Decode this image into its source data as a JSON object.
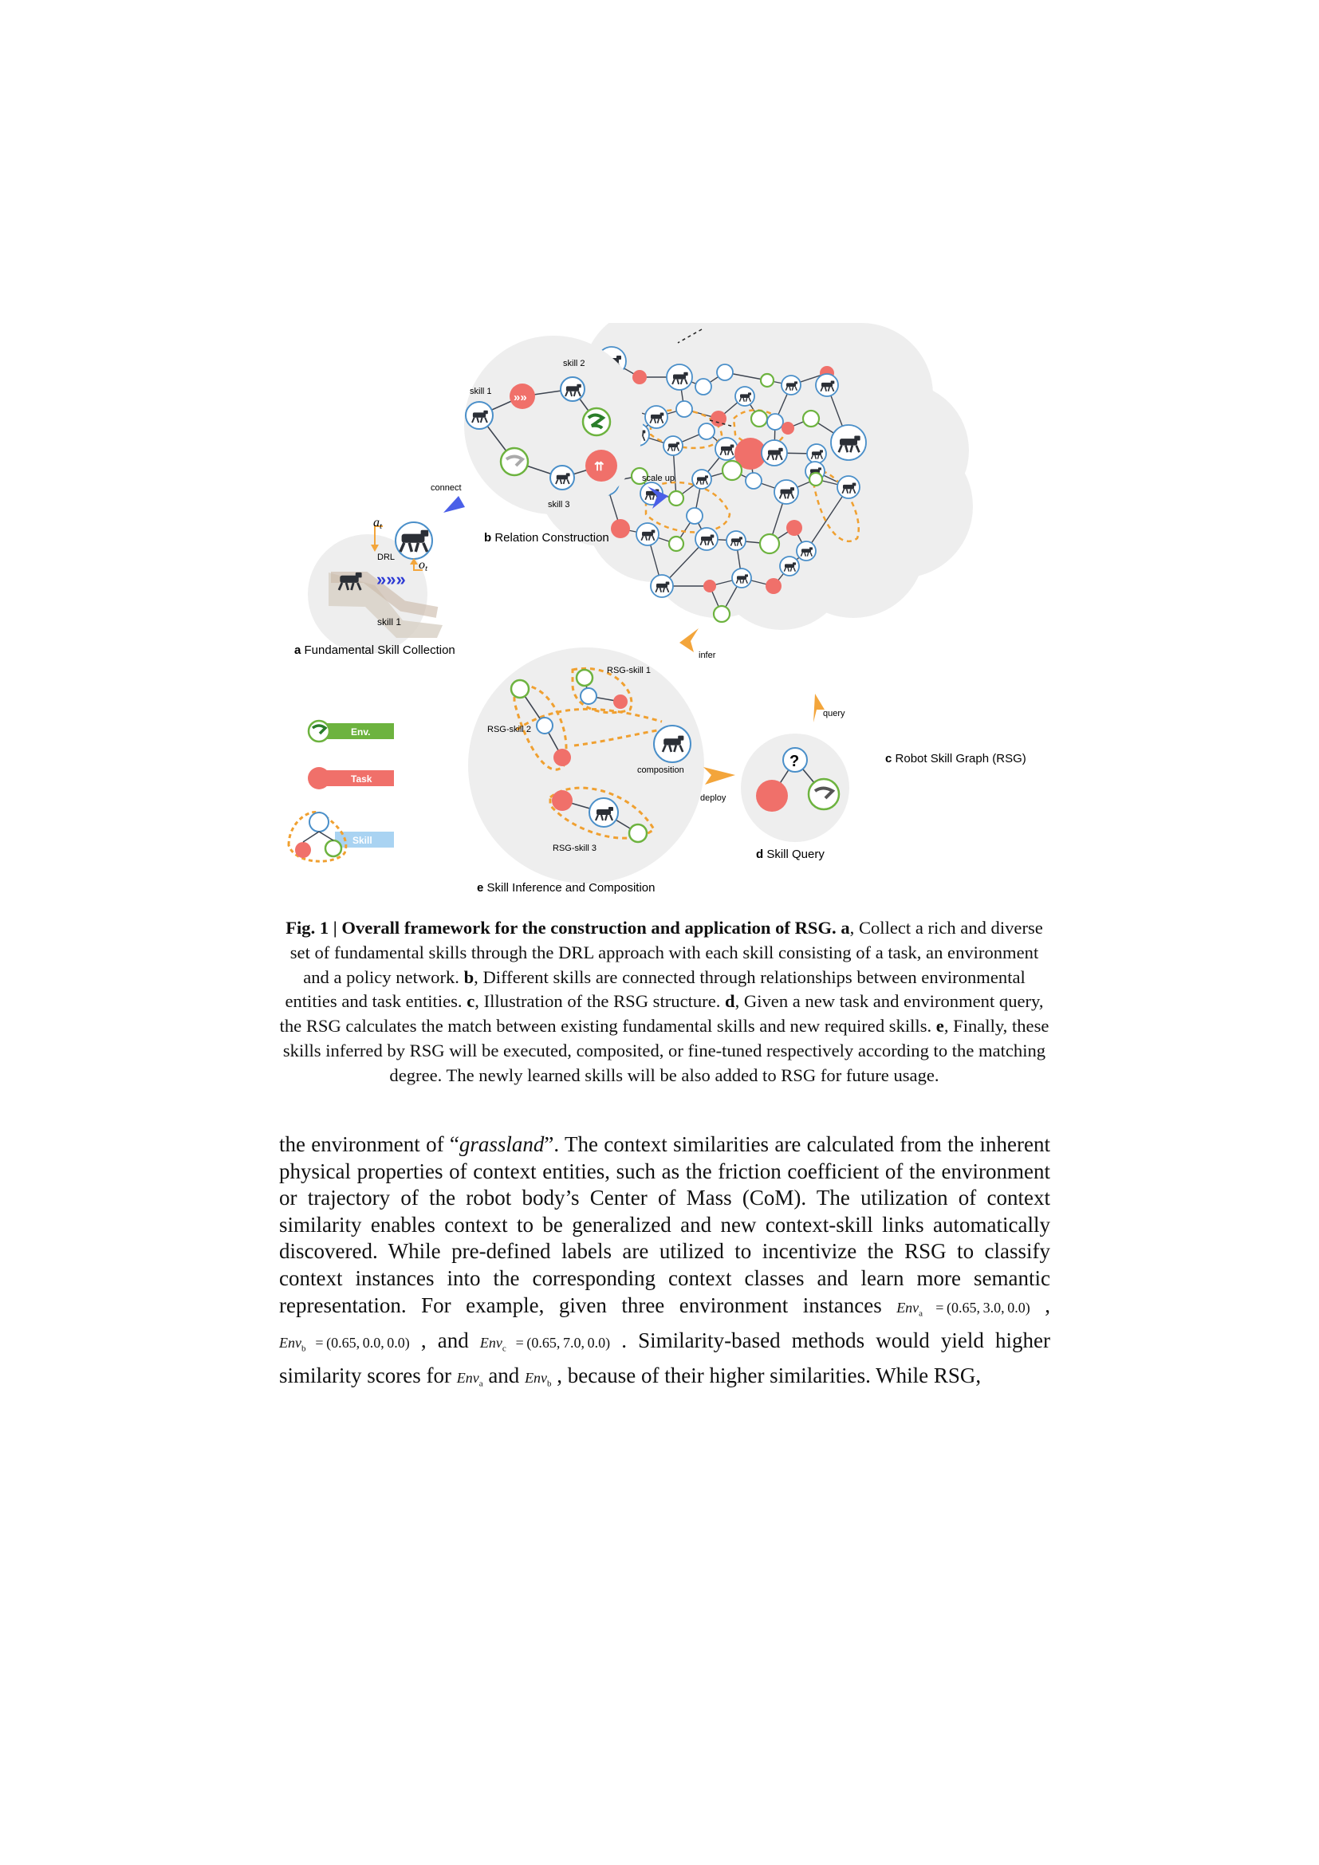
{
  "figure": {
    "panel_a": {
      "prefix": "a",
      "title": "Fundamental Skill Collection",
      "skill_label": "skill 1",
      "drl_label": "DRL",
      "action_label": "a",
      "action_sub": "t",
      "obs_label": "o",
      "obs_sub": "t"
    },
    "panel_b": {
      "prefix": "b",
      "title": "Relation Construction",
      "skill1": "skill 1",
      "skill2": "skill 2",
      "skill3": "skill 3"
    },
    "panel_c": {
      "prefix": "c",
      "title": "Robot Skill Graph (RSG)"
    },
    "panel_d": {
      "prefix": "d",
      "title": "Skill Query",
      "question": "?"
    },
    "panel_e": {
      "prefix": "e",
      "title": "Skill Inference and Composition",
      "rsg_skill1": "RSG-skill 1",
      "rsg_skill2": "RSG-skill 2",
      "rsg_skill3": "RSG-skill 3",
      "composition": "composition"
    },
    "arrows": {
      "connect": "connect",
      "scale_up": "scale up",
      "infer": "infer",
      "query": "query",
      "deploy": "deploy"
    },
    "legend": {
      "env": "Env.",
      "task": "Task",
      "skill": "Skill"
    },
    "colors": {
      "env": "#6db33f",
      "task": "#f0706a",
      "skill": "#a9d3f2",
      "arrow_blue": "#4a5fe8",
      "arrow_orange": "#f3a53b",
      "dashed": "#f0a030",
      "node_stroke": "#4a8fc9"
    }
  },
  "caption": {
    "label": "Fig. 1 | Overall framework for the construction and application of RSG.",
    "a_tag": "a",
    "a_text": ", Collect a rich and diverse set of fundamental skills through the DRL approach with each skill consisting of a task, an environment and a policy network. ",
    "b_tag": "b",
    "b_text": ", Different skills are connected through relationships between environmental entities and task entities. ",
    "c_tag": "c",
    "c_text": ", Illustration of the RSG structure. ",
    "d_tag": "d",
    "d_text": ", Given a new task and environment query, the RSG calculates the match between existing fundamental skills and new required skills. ",
    "e_tag": "e",
    "e_text": ", Finally, these skills inferred by RSG will be executed, composited, or fine-tuned respectively according to the matching degree. The newly learned skills will be also added to RSG for future usage."
  },
  "body": {
    "t1": "the environment of “",
    "t1_em": "grassland",
    "t2": "”. The context similarities are calculated from the inherent physical properties of context entities, such as the friction coefficient of the environment or trajectory of the robot body’s Center of Mass (CoM). The utilization of context similarity enables context to be generalized and new context-skill links automatically discovered. While pre-defined labels are utilized to incentivize the RSG to classify context instances into the corresponding context classes and learn more semantic representation. For example, given three environment instances ",
    "env": "Env",
    "sub_a": "a",
    "val_a": " = (0.65, 3.0, 0.0)",
    "t3": " , ",
    "sub_b": "b",
    "val_b": " = (0.65, 0.0, 0.0)",
    "t4": " , and ",
    "sub_c": "c",
    "val_c": " = (0.65, 7.0, 0.0)",
    "t5": " . Similarity-based methods would yield higher similarity scores for ",
    "t6": " and ",
    "t7": " , because of their higher similarities. While RSG,"
  }
}
